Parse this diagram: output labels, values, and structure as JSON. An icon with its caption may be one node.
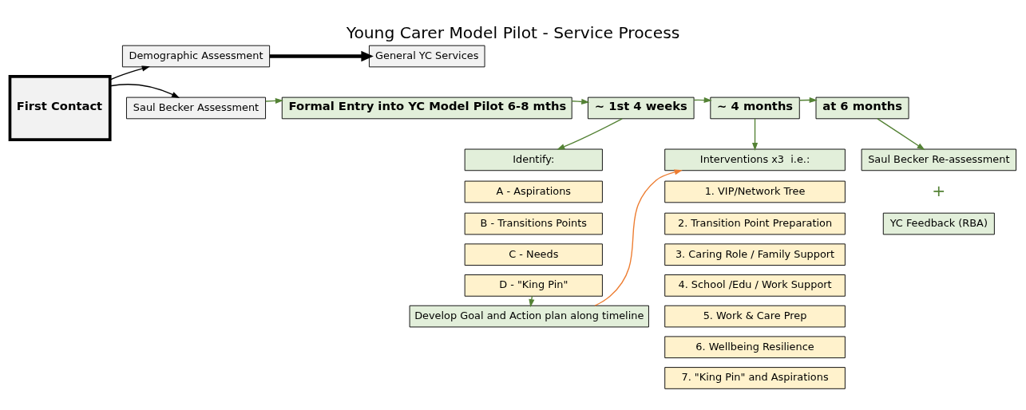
{
  "diagram": {
    "title": "Young Carer Model Pilot - Service Process",
    "nodes": [
      {
        "text": [
          "First Contact"
        ]
      },
      {
        "text": [
          "Demographic Assessment"
        ]
      },
      {
        "text": [
          "Saul Becker Assessment"
        ]
      },
      {
        "text": [
          "General YC Services"
        ]
      },
      {
        "text": [
          "Formal Entry into YC Model Pilot 6-8 mths"
        ]
      },
      {
        "text": [
          "~ 1st 4 weeks"
        ]
      },
      {
        "text": [
          "Identify:"
        ]
      },
      {
        "text": [
          "A - Aspirations"
        ]
      },
      {
        "text": [
          "B - Transitions Points"
        ]
      },
      {
        "text": [
          "C - Needs"
        ]
      },
      {
        "text": [
          "D - \"King Pin\""
        ]
      },
      {
        "text": [
          "Develop Goal and Action plan along timeline"
        ]
      },
      {
        "text": [
          "~ 4 months"
        ]
      },
      {
        "text": [
          "Interventions x3  i.e.:"
        ]
      },
      {
        "text": [
          "1. VIP/Network Tree"
        ]
      },
      {
        "text": [
          "2. Transition Point Preparation"
        ]
      },
      {
        "text": [
          "3. Caring Role / Family Support"
        ]
      },
      {
        "text": [
          "4. School /Edu / Work Support"
        ]
      },
      {
        "text": [
          "5. Work & Care Prep"
        ]
      },
      {
        "text": [
          "6. Wellbeing Resilience"
        ]
      },
      {
        "text": [
          "7. \"King Pin\" and Aspirations"
        ]
      },
      {
        "text": [
          "at 6 months"
        ]
      },
      {
        "text": [
          "Saul Becker Re-assessment"
        ]
      },
      {
        "text": [
          "YC Feedback (RBA)"
        ]
      }
    ],
    "edges": [
      {
        "from": 0,
        "to": 1,
        "arrow": "to",
        "color": "#000000"
      },
      {
        "from": 0,
        "to": 2,
        "arrow": "to",
        "color": "#000000"
      },
      {
        "from": 1,
        "to": 3,
        "arrow": "to",
        "style": "thick",
        "color": "#000000"
      },
      {
        "from": 2,
        "to": 4,
        "arrow": "to"
      },
      {
        "from": 4,
        "to": 5,
        "arrow": "to"
      },
      {
        "from": 5,
        "to": 6,
        "arrow": "to"
      },
      {
        "from": 10,
        "to": 11,
        "arrow": "to"
      },
      {
        "from": 11,
        "to": 13,
        "arrow": "to",
        "color": "#ed7d31"
      },
      {
        "from": 5,
        "to": 12,
        "arrow": "to"
      },
      {
        "from": 12,
        "to": 13,
        "arrow": "to"
      },
      {
        "from": 12,
        "to": 21,
        "arrow": "to"
      },
      {
        "from": 21,
        "to": 22,
        "arrow": "to"
      }
    ],
    "labels": [
      "+"
    ]
  }
}
